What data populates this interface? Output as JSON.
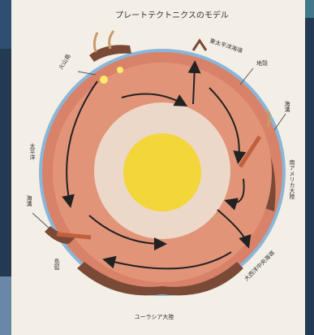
{
  "diagram": {
    "title": "プレートテクトニクスのモデル",
    "labels": {
      "east_pacific_rise": "東太平洋海嶺",
      "crust": "地殻",
      "trench_right": "海溝",
      "south_america": "南アメリカ大陸",
      "mid_atlantic_ridge": "大西洋中央海嶺",
      "eurasia": "ユーラシア大陸",
      "island_arc": "島弧",
      "trench_left": "海溝",
      "pacific": "太平洋",
      "volcanic_island": "火山島"
    },
    "colors": {
      "mantle_outer": "#d9826a",
      "mantle_inner": "#e6a08a",
      "outer_core": "#ecd8c8",
      "inner_core": "#f2d63a",
      "ocean": "#8ab6d8",
      "crust": "#7a4a36"
    }
  }
}
